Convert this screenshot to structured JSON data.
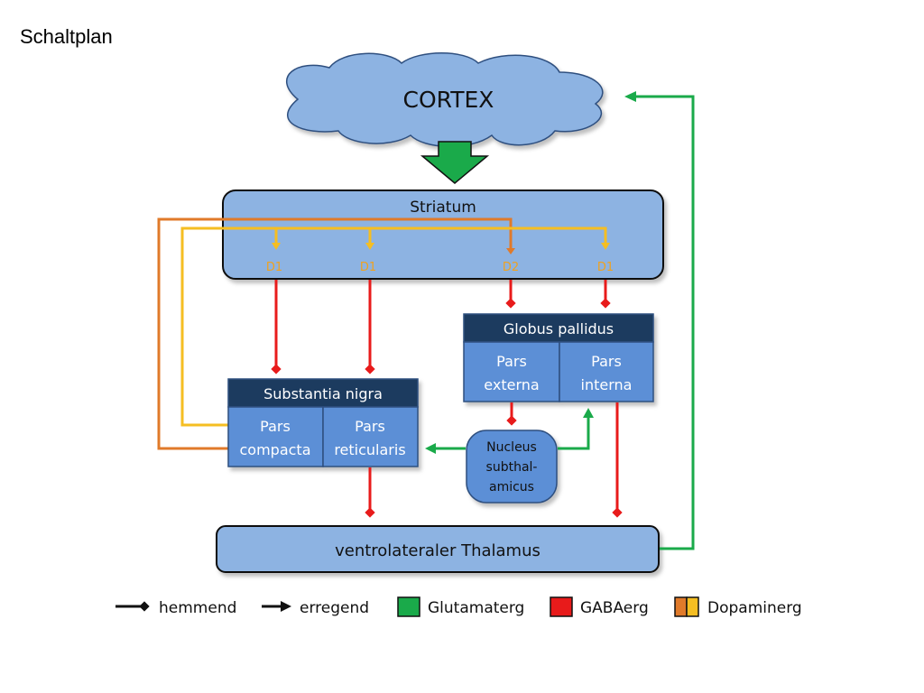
{
  "title": "Schaltplan",
  "nodes": {
    "cortex": "CORTEX",
    "striatum": "Striatum",
    "receptors": [
      "D1",
      "D1",
      "D2",
      "D1"
    ],
    "globus_pallidus": {
      "title": "Globus pallidus",
      "externa_line1": "Pars",
      "externa_line2": "externa",
      "interna_line1": "Pars",
      "interna_line2": "interna"
    },
    "substantia_nigra": {
      "title": "Substantia nigra",
      "compacta_line1": "Pars",
      "compacta_line2": "compacta",
      "reticularis_line1": "Pars",
      "reticularis_line2": "reticularis"
    },
    "nucleus": [
      "Nucleus",
      "subthal-",
      "amicus"
    ],
    "thalamus": "ventrolateraler Thalamus"
  },
  "legend": {
    "hemmend": "hemmend",
    "erregend": "erregend",
    "glutamaterg": "Glutamaterg",
    "gabaerg": "GABAerg",
    "dopaminerg": "Dopaminerg"
  },
  "colors": {
    "glutamaterg": "#1aaa4a",
    "gabaerg": "#e81b1b",
    "dopaminerg_orange": "#e07a2a",
    "dopaminerg_yellow": "#f5be22",
    "box_light": "#8db3e2",
    "box_mid": "#5b8fd6",
    "box_header": "#1f3a5f",
    "receptor_text": "#f0a21e"
  }
}
